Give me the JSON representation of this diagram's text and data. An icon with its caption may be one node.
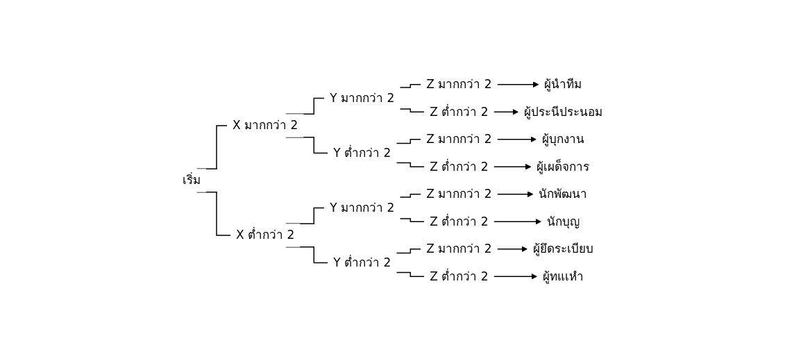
{
  "diagram": {
    "nodes": [
      {
        "text": [
          "เริ่ม"
        ]
      },
      {
        "text": [
          "X มากกว่า 2"
        ]
      },
      {
        "text": [
          "Y มากกว่า 2"
        ]
      },
      {
        "text": [
          "Z มากกว่า 2"
        ]
      },
      {
        "text": [
          "ผู้นำทีม"
        ]
      },
      {
        "text": [
          "Z ต่ำกว่า 2"
        ]
      },
      {
        "text": [
          "ผู้ประนีประนอม"
        ]
      },
      {
        "text": [
          "Y ต่ำกว่า 2"
        ]
      },
      {
        "text": [
          "Z มากกว่า 2"
        ]
      },
      {
        "text": [
          "ผู้บุกงาน"
        ]
      },
      {
        "text": [
          "Z ต่ำกว่า 2"
        ]
      },
      {
        "text": [
          "ผู้เผด็จการ"
        ]
      },
      {
        "text": [
          "X ต่ำกว่า 2"
        ]
      },
      {
        "text": [
          "Y มากกว่า 2"
        ]
      },
      {
        "text": [
          "Z มากกว่า 2"
        ]
      },
      {
        "text": [
          "นักพัฒนา"
        ]
      },
      {
        "text": [
          "Z ต่ำกว่า 2"
        ]
      },
      {
        "text": [
          "นักบุญ"
        ]
      },
      {
        "text": [
          "Y ต่ำกว่า 2"
        ]
      },
      {
        "text": [
          "Z มากกว่า 2"
        ]
      },
      {
        "text": [
          "ผู้ยึดระเบียบ"
        ]
      },
      {
        "text": [
          "Z ต่ำกว่า 2"
        ]
      },
      {
        "text": [
          "ผู้ทแเหำ"
        ]
      }
    ],
    "edges": [
      {
        "from": 0,
        "to": 1,
        "arrow": "none"
      },
      {
        "from": 1,
        "to": 2,
        "arrow": "none"
      },
      {
        "from": 2,
        "to": 3,
        "arrow": "none"
      },
      {
        "from": 3,
        "to": 4,
        "arrow": "to"
      },
      {
        "from": 2,
        "to": 5,
        "arrow": "none"
      },
      {
        "from": 5,
        "to": 6,
        "arrow": "to"
      },
      {
        "from": 1,
        "to": 7,
        "arrow": "none"
      },
      {
        "from": 7,
        "to": 8,
        "arrow": "none"
      },
      {
        "from": 8,
        "to": 9,
        "arrow": "to"
      },
      {
        "from": 7,
        "to": 10,
        "arrow": "none"
      },
      {
        "from": 10,
        "to": 11,
        "arrow": "to"
      },
      {
        "from": 0,
        "to": 12,
        "arrow": "none"
      },
      {
        "from": 12,
        "to": 13,
        "arrow": "none"
      },
      {
        "from": 13,
        "to": 14,
        "arrow": "none"
      },
      {
        "from": 14,
        "to": 15,
        "arrow": "to"
      },
      {
        "from": 13,
        "to": 16,
        "arrow": "none"
      },
      {
        "from": 16,
        "to": 17,
        "arrow": "to"
      },
      {
        "from": 12,
        "to": 18,
        "arrow": "none"
      },
      {
        "from": 18,
        "to": 19,
        "arrow": "none"
      },
      {
        "from": 19,
        "to": 20,
        "arrow": "to"
      },
      {
        "from": 18,
        "to": 21,
        "arrow": "none"
      },
      {
        "from": 21,
        "to": 22,
        "arrow": "to"
      }
    ]
  }
}
